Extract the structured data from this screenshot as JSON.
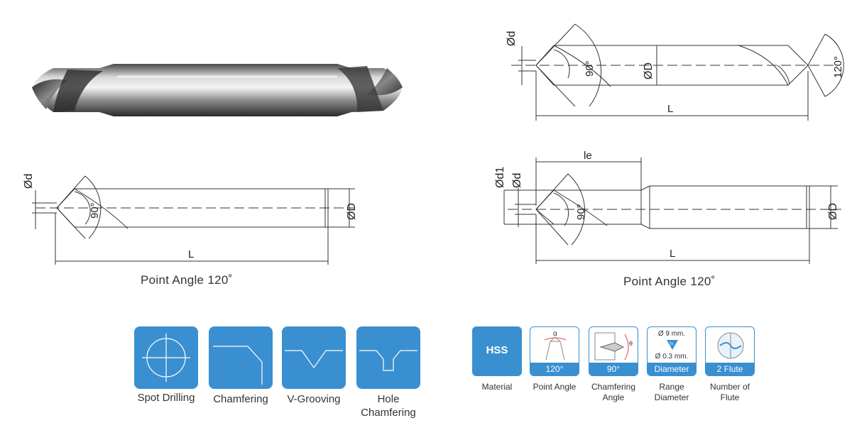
{
  "drawings": {
    "dim_d": "Ød",
    "dim_D": "ØD",
    "dim_d1": "Ød1",
    "dim_L": "L",
    "dim_le": "le",
    "angle_90": "90°",
    "angle_120": "120°"
  },
  "captions": {
    "left": "Point Angle 120˚",
    "right": "Point Angle 120˚"
  },
  "applications": [
    {
      "label": "Spot Drilling",
      "icon": "crosshair-icon"
    },
    {
      "label": "Chamfering",
      "icon": "chamfer-icon"
    },
    {
      "label": "V-Grooving",
      "icon": "v-groove-icon"
    },
    {
      "label": "Hole\nChamfering",
      "icon": "hole-chamfer-icon"
    }
  ],
  "specs": {
    "material": {
      "value": "HSS",
      "label": "Material"
    },
    "point_angle": {
      "value": "120°",
      "symbol": "α",
      "label": "Point Angle"
    },
    "chamfering_angle": {
      "value": "90°",
      "symbol": "θ",
      "label": "Chamfering\nAngle"
    },
    "range_diameter": {
      "value": "Diameter",
      "max": "Ø 9 mm.",
      "min": "Ø 0.3 mm.",
      "arrow": "To",
      "label": "Range\nDiameter"
    },
    "flute": {
      "value": "2 Flute",
      "label": "Number of\nFlute"
    }
  },
  "colors": {
    "accent": "#3a8fd0",
    "line": "#333333"
  }
}
